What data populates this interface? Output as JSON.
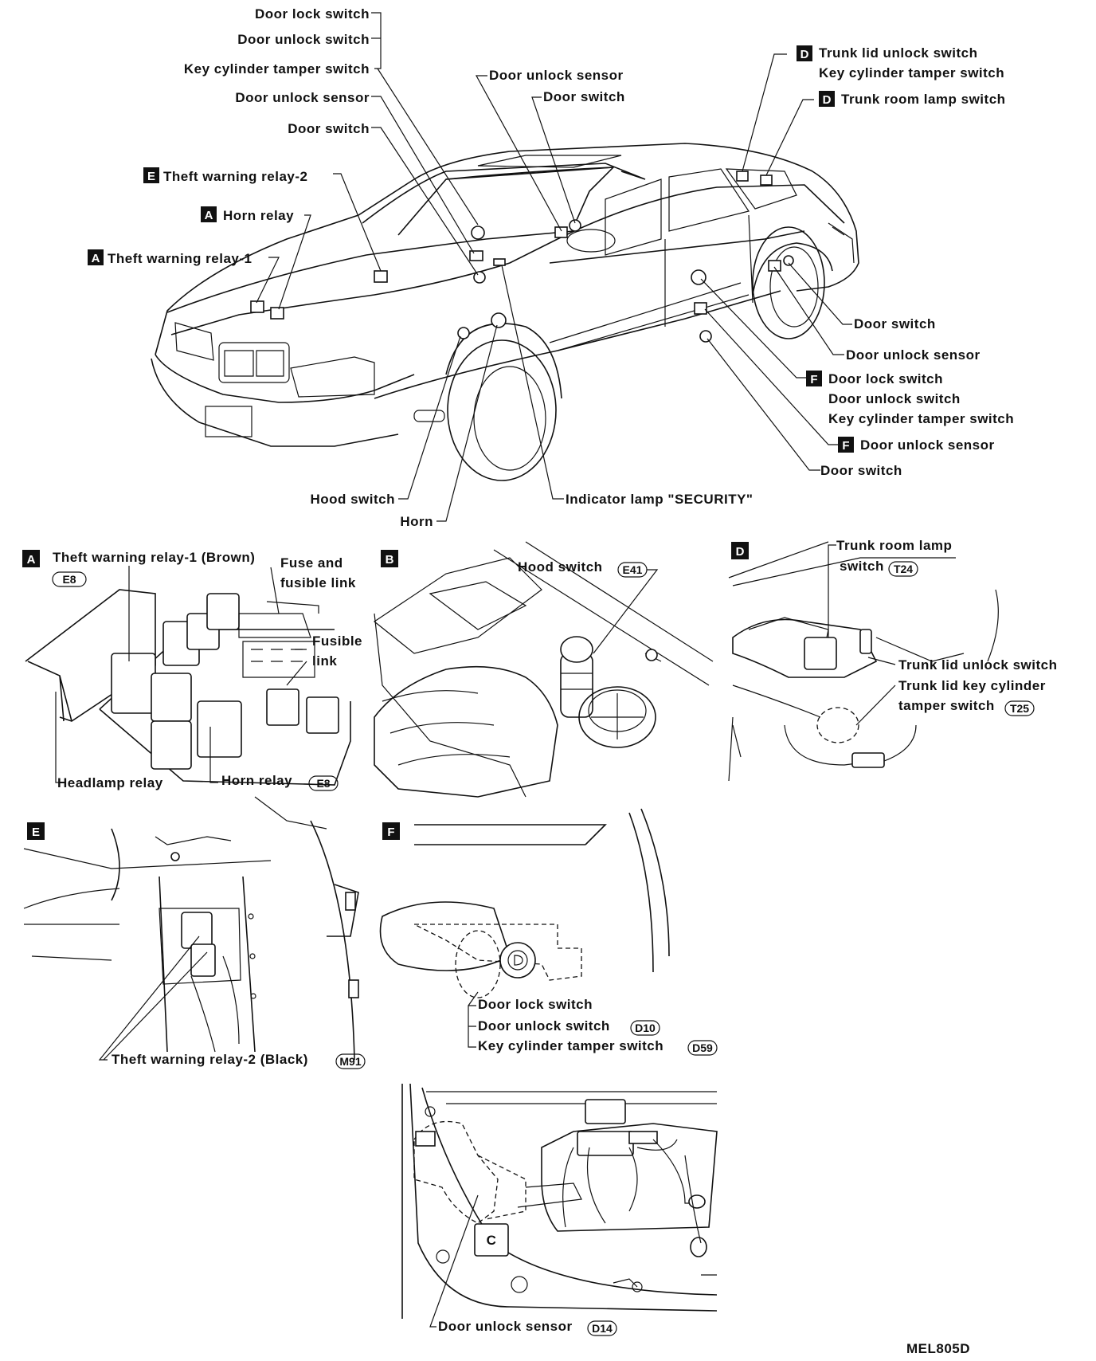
{
  "overview": {
    "callouts_left": [
      "Door lock switch",
      "Door unlock switch",
      "Key cylinder tamper switch",
      "Door unlock sensor",
      "Door switch"
    ],
    "relay2": {
      "box": "E",
      "label": "Theft warning relay-2"
    },
    "horn_relay": {
      "box": "A",
      "label": "Horn relay"
    },
    "relay1": {
      "box": "A",
      "label": "Theft warning relay-1"
    },
    "top_mid": [
      "Door unlock sensor",
      "Door switch"
    ],
    "trunk_lid": {
      "box": "D",
      "label1": "Trunk lid unlock switch",
      "label2": "Key cylinder tamper switch"
    },
    "trunk_room": {
      "box": "D",
      "label": "Trunk room lamp switch"
    },
    "rear_right": [
      "Door switch",
      "Door unlock sensor"
    ],
    "door_f": {
      "box": "F",
      "labels": [
        "Door lock switch",
        "Door unlock switch",
        "Key cylinder tamper switch"
      ]
    },
    "door_f_sensor": {
      "box": "F",
      "label": "Door unlock sensor"
    },
    "door_switch_bottom": "Door switch",
    "hood_switch": "Hood switch",
    "horn": "Horn",
    "indicator": "Indicator lamp \"SECURITY\""
  },
  "panel_a": {
    "box": "A",
    "title": "Theft warning relay-1 (Brown)",
    "title_code": "E8",
    "fuse": [
      "Fuse and",
      "fusible link"
    ],
    "fusible": [
      "Fusible",
      "link"
    ],
    "headlamp": "Headlamp relay",
    "horn": "Horn relay",
    "horn_code": "E8"
  },
  "panel_b": {
    "box": "B",
    "hood": "Hood switch",
    "hood_code": "E41"
  },
  "panel_d": {
    "box": "D",
    "trunk_room": [
      "Trunk room lamp",
      "switch"
    ],
    "trunk_room_code": "T24",
    "unlock": "Trunk lid unlock switch",
    "tamper": [
      "Trunk lid key cylinder",
      "tamper switch"
    ],
    "tamper_code": "T25"
  },
  "panel_e": {
    "box": "E",
    "label": "Theft warning relay-2 (Black)",
    "code": "M91"
  },
  "panel_f": {
    "box": "F",
    "lock": "Door lock switch",
    "unlock": "Door unlock switch",
    "unlock_code": "D10",
    "tamper": "Key cylinder tamper switch",
    "tamper_code": "D59",
    "sensor": "Door unlock sensor",
    "sensor_code": "D14",
    "c_mark": "C"
  },
  "figure_id": "MEL805D"
}
